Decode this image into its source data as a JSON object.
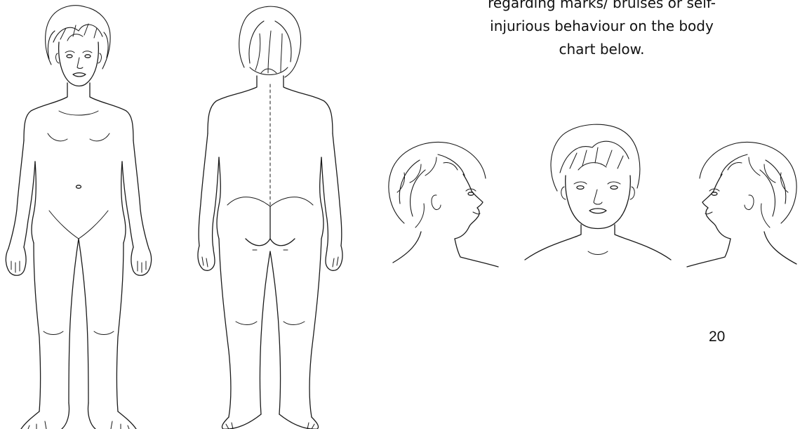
{
  "instruction": {
    "line1": "regarding marks/ bruises or self-",
    "line2": "injurious behaviour on the body",
    "line3": "chart below."
  },
  "page_number": "20",
  "figures": {
    "front_body": "body-front-view",
    "back_body": "body-back-view",
    "head_right_profile": "head-profile-facing-right",
    "head_front": "head-front-view",
    "head_left_profile": "head-profile-facing-left"
  }
}
